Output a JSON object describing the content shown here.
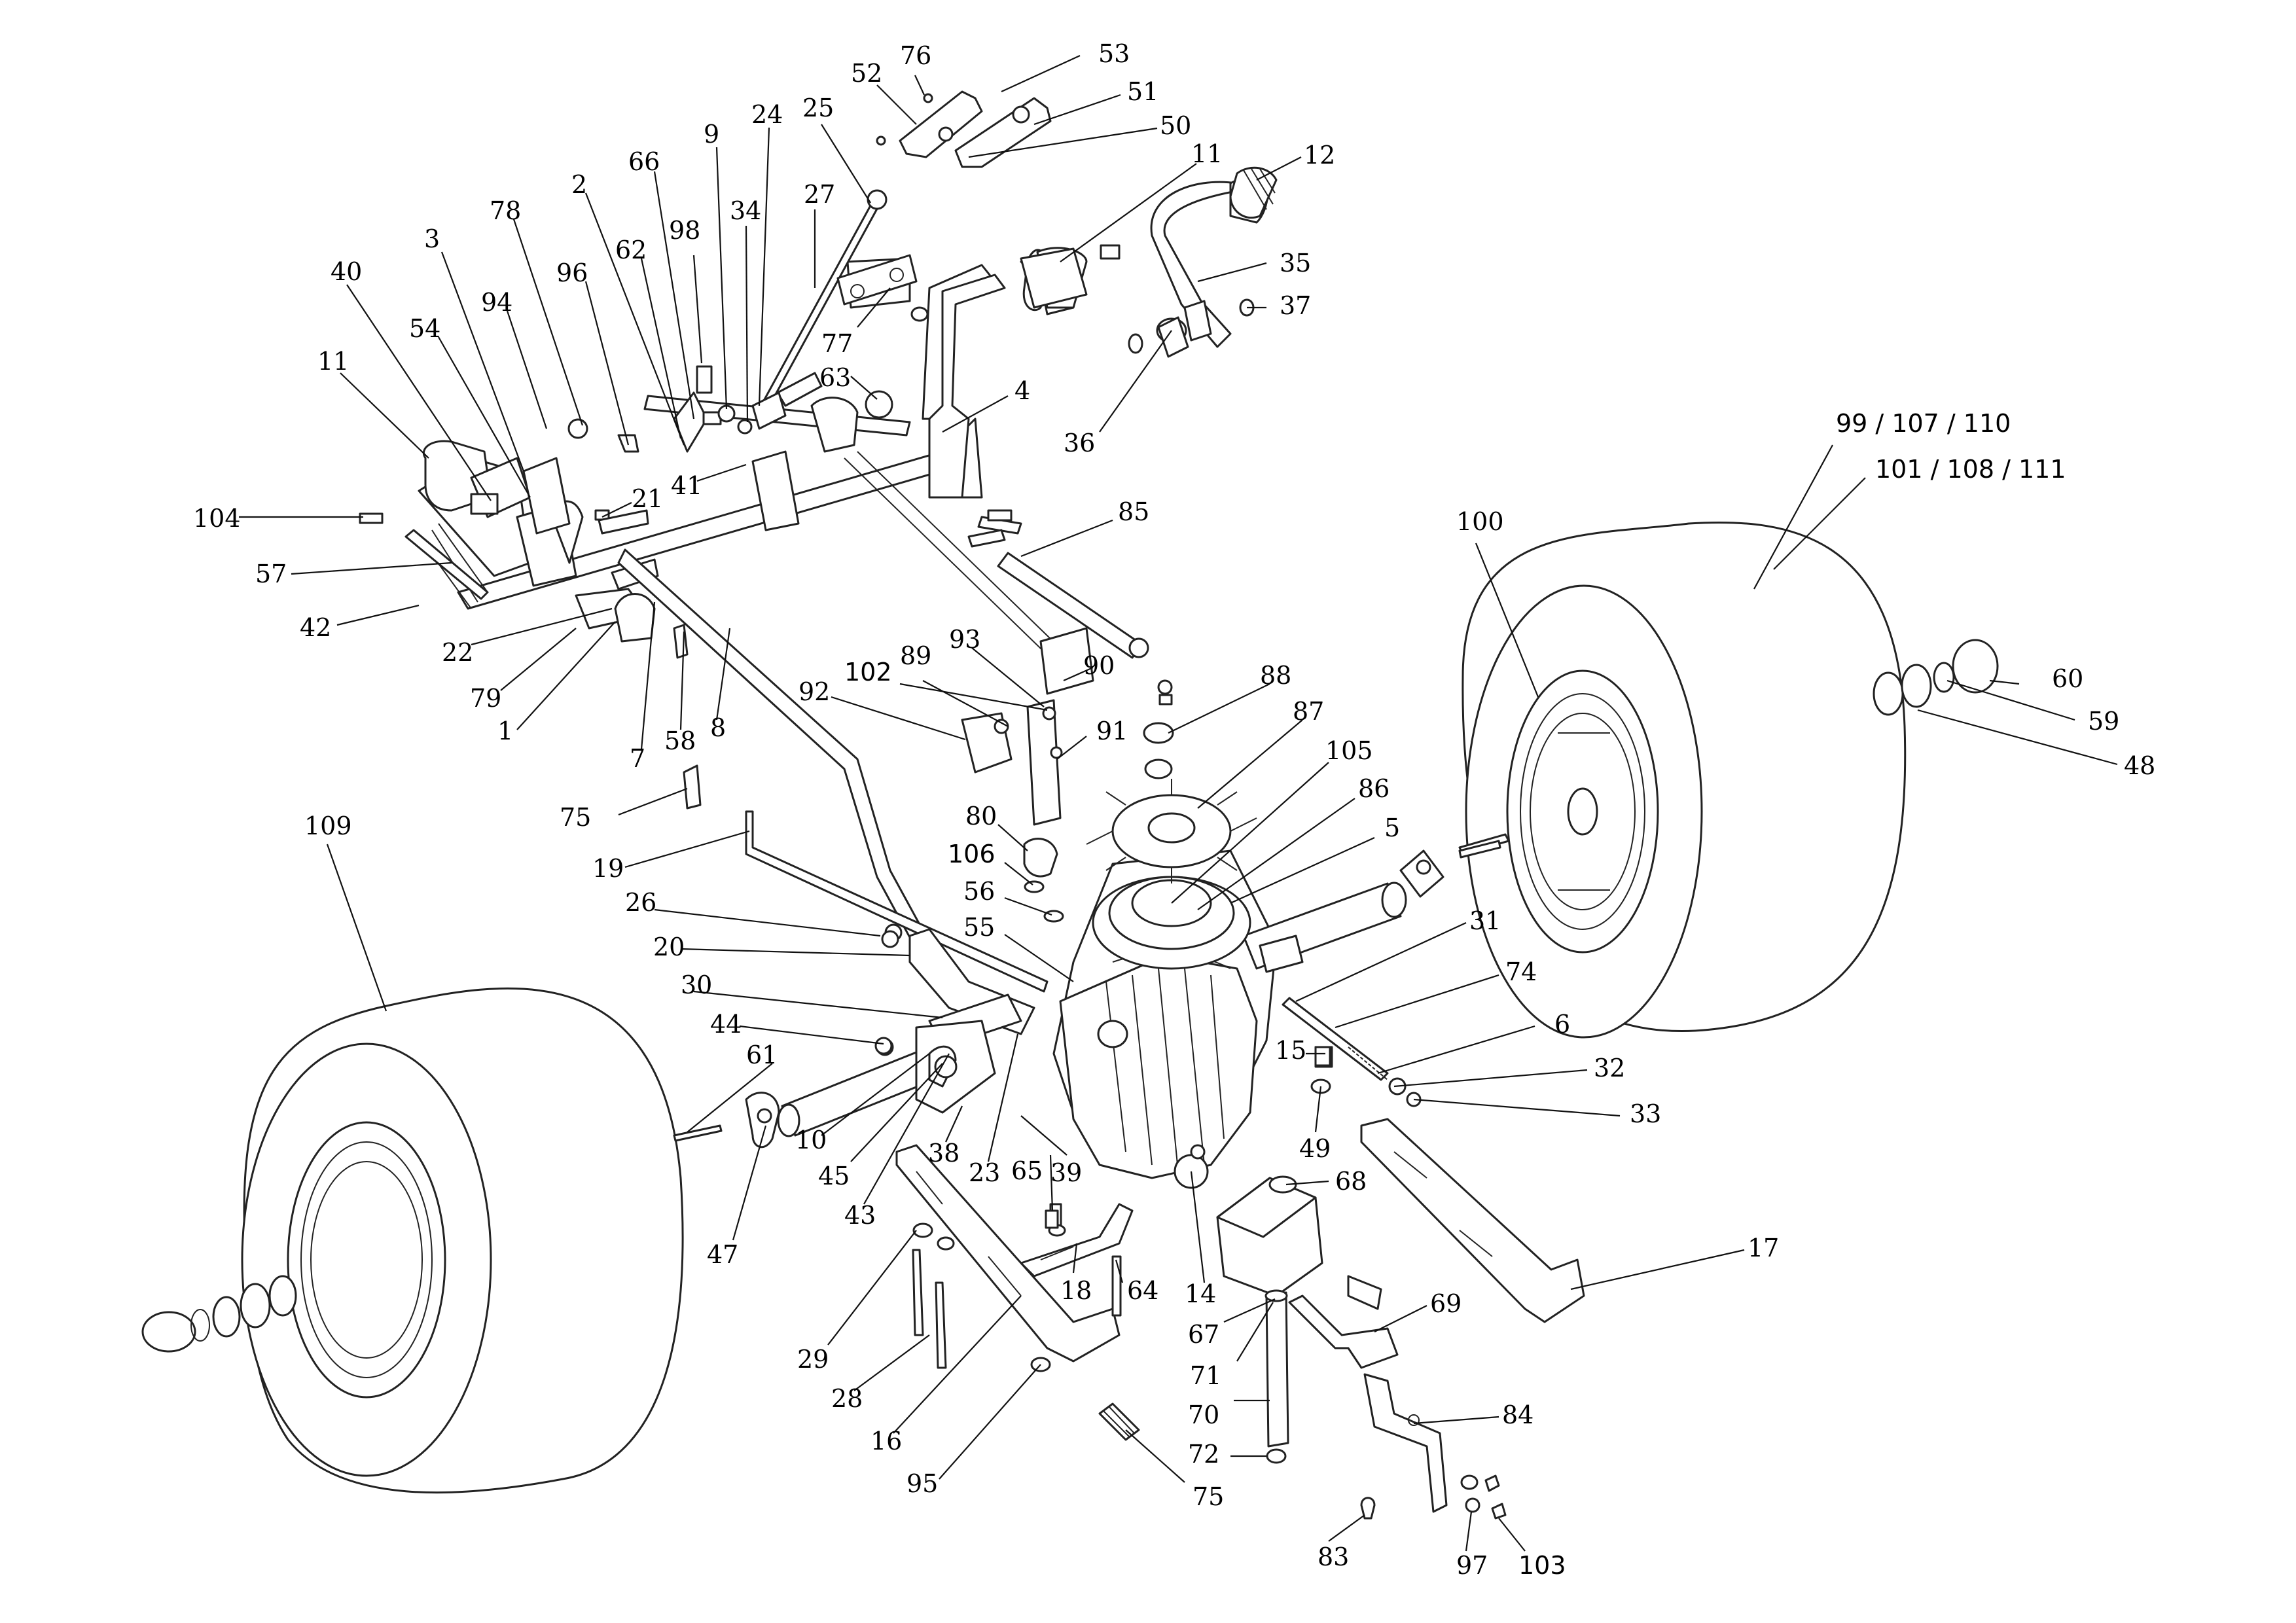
{
  "colors": {
    "line": "#222222",
    "text": "#000000",
    "background": "#ffffff"
  },
  "callouts": [
    {
      "id": "c76",
      "text": "76"
    },
    {
      "id": "c53",
      "text": "53"
    },
    {
      "id": "c52",
      "text": "52"
    },
    {
      "id": "c51",
      "text": "51"
    },
    {
      "id": "c50",
      "text": "50"
    },
    {
      "id": "c11a",
      "text": "11"
    },
    {
      "id": "c12",
      "text": "12"
    },
    {
      "id": "c25",
      "text": "25"
    },
    {
      "id": "c24",
      "text": "24"
    },
    {
      "id": "c9",
      "text": "9"
    },
    {
      "id": "c27",
      "text": "27"
    },
    {
      "id": "c66",
      "text": "66"
    },
    {
      "id": "c34",
      "text": "34"
    },
    {
      "id": "c2",
      "text": "2"
    },
    {
      "id": "c98",
      "text": "98"
    },
    {
      "id": "c78",
      "text": "78"
    },
    {
      "id": "c3",
      "text": "3"
    },
    {
      "id": "c62",
      "text": "62"
    },
    {
      "id": "c96",
      "text": "96"
    },
    {
      "id": "c40",
      "text": "40"
    },
    {
      "id": "c94",
      "text": "94"
    },
    {
      "id": "c35",
      "text": "35"
    },
    {
      "id": "c37",
      "text": "37"
    },
    {
      "id": "c54",
      "text": "54"
    },
    {
      "id": "c77",
      "text": "77"
    },
    {
      "id": "c11b",
      "text": "11"
    },
    {
      "id": "c63",
      "text": "63"
    },
    {
      "id": "c4",
      "text": "4"
    },
    {
      "id": "c36",
      "text": "36"
    },
    {
      "id": "c99",
      "text": "99 / 107 / 110"
    },
    {
      "id": "c101",
      "text": "101 / 108 / 111"
    },
    {
      "id": "c41",
      "text": "41"
    },
    {
      "id": "c21",
      "text": "21"
    },
    {
      "id": "c85",
      "text": "85"
    },
    {
      "id": "c100",
      "text": "100"
    },
    {
      "id": "c104",
      "text": "104"
    },
    {
      "id": "c57",
      "text": "57"
    },
    {
      "id": "c42",
      "text": "42"
    },
    {
      "id": "c22",
      "text": "22"
    },
    {
      "id": "c79",
      "text": "79"
    },
    {
      "id": "c1",
      "text": "1"
    },
    {
      "id": "c8",
      "text": "8"
    },
    {
      "id": "c7",
      "text": "7"
    },
    {
      "id": "c58",
      "text": "58"
    },
    {
      "id": "c90",
      "text": "90"
    },
    {
      "id": "c93",
      "text": "93"
    },
    {
      "id": "c89",
      "text": "89"
    },
    {
      "id": "c102",
      "text": "102"
    },
    {
      "id": "c92",
      "text": "92"
    },
    {
      "id": "c88",
      "text": "88"
    },
    {
      "id": "c87",
      "text": "87"
    },
    {
      "id": "c91",
      "text": "91"
    },
    {
      "id": "c105",
      "text": "105"
    },
    {
      "id": "c60",
      "text": "60"
    },
    {
      "id": "c59",
      "text": "59"
    },
    {
      "id": "c48",
      "text": "48"
    },
    {
      "id": "c86",
      "text": "86"
    },
    {
      "id": "c75a",
      "text": "75"
    },
    {
      "id": "c109",
      "text": "109"
    },
    {
      "id": "c80",
      "text": "80"
    },
    {
      "id": "c5",
      "text": "5"
    },
    {
      "id": "c106",
      "text": "106"
    },
    {
      "id": "c19",
      "text": "19"
    },
    {
      "id": "c56",
      "text": "56"
    },
    {
      "id": "c26",
      "text": "26"
    },
    {
      "id": "c55",
      "text": "55"
    },
    {
      "id": "c31",
      "text": "31"
    },
    {
      "id": "c20",
      "text": "20"
    },
    {
      "id": "c74",
      "text": "74"
    },
    {
      "id": "c30",
      "text": "30"
    },
    {
      "id": "c6",
      "text": "6"
    },
    {
      "id": "c44",
      "text": "44"
    },
    {
      "id": "c15",
      "text": "15"
    },
    {
      "id": "c61",
      "text": "61"
    },
    {
      "id": "c32",
      "text": "32"
    },
    {
      "id": "c33",
      "text": "33"
    },
    {
      "id": "c49",
      "text": "49"
    },
    {
      "id": "c10",
      "text": "10"
    },
    {
      "id": "c38",
      "text": "38"
    },
    {
      "id": "c45",
      "text": "45"
    },
    {
      "id": "c23",
      "text": "23"
    },
    {
      "id": "c65",
      "text": "65"
    },
    {
      "id": "c39",
      "text": "39"
    },
    {
      "id": "c68",
      "text": "68"
    },
    {
      "id": "c43",
      "text": "43"
    },
    {
      "id": "c47",
      "text": "47"
    },
    {
      "id": "c17",
      "text": "17"
    },
    {
      "id": "c18",
      "text": "18"
    },
    {
      "id": "c64",
      "text": "64"
    },
    {
      "id": "c14",
      "text": "14"
    },
    {
      "id": "c67",
      "text": "67"
    },
    {
      "id": "c69",
      "text": "69"
    },
    {
      "id": "c29",
      "text": "29"
    },
    {
      "id": "c71",
      "text": "71"
    },
    {
      "id": "c28",
      "text": "28"
    },
    {
      "id": "c70",
      "text": "70"
    },
    {
      "id": "c84",
      "text": "84"
    },
    {
      "id": "c16",
      "text": "16"
    },
    {
      "id": "c72",
      "text": "72"
    },
    {
      "id": "c95",
      "text": "95"
    },
    {
      "id": "c75b",
      "text": "75"
    },
    {
      "id": "c83",
      "text": "83"
    },
    {
      "id": "c97",
      "text": "97"
    },
    {
      "id": "c103",
      "text": "103"
    }
  ]
}
